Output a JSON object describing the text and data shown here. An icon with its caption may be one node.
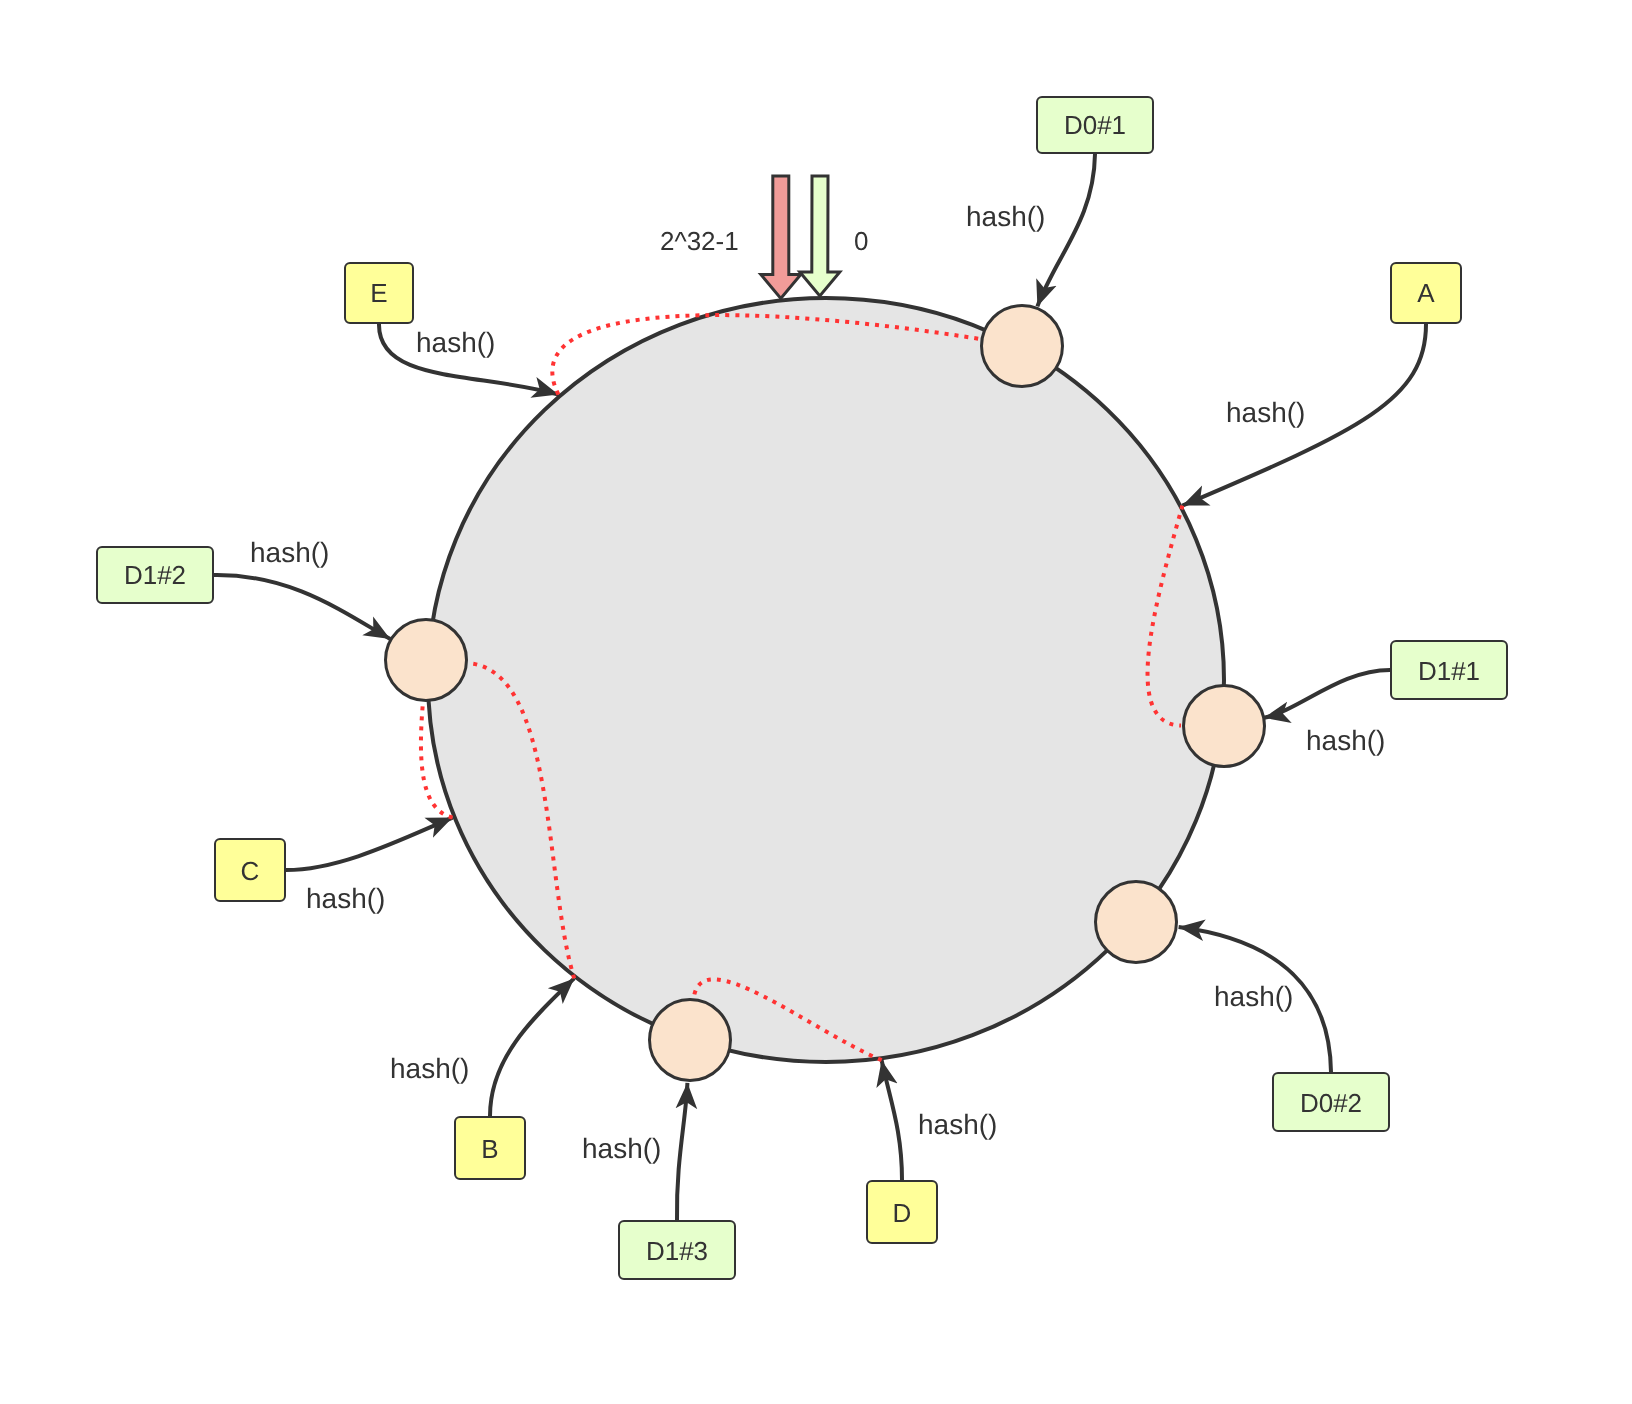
{
  "diagram": {
    "nodes": [
      {
        "text": [
          "D0#1"
        ]
      },
      {
        "text": [
          "E"
        ]
      },
      {
        "text": [
          "A"
        ]
      },
      {
        "text": [],
        "shape": "circle"
      },
      {
        "text": [],
        "shape": "circle"
      },
      {
        "text": [
          "D1#2"
        ]
      },
      {
        "text": [],
        "shape": "circle"
      },
      {
        "text": [
          "D1#1"
        ]
      },
      {
        "text": [],
        "shape": "circle"
      },
      {
        "text": [
          "C"
        ]
      },
      {
        "text": [],
        "shape": "circle"
      },
      {
        "text": [],
        "shape": "circle"
      },
      {
        "text": [
          "D0#2"
        ]
      },
      {
        "text": [
          "B"
        ]
      },
      {
        "text": [
          "D"
        ]
      },
      {
        "text": [
          "D1#3"
        ]
      }
    ],
    "edges": [
      {
        "from": 0,
        "to": 4,
        "arrow": "to",
        "label": "hash()"
      },
      {
        "from": 1,
        "to": 3,
        "arrow": "to",
        "label": "hash()"
      },
      {
        "from": 2,
        "to": 3,
        "arrow": "to",
        "label": "hash()"
      },
      {
        "from": 5,
        "to": 6,
        "arrow": "to",
        "label": "hash()"
      },
      {
        "from": 7,
        "to": 8,
        "arrow": "to",
        "label": "hash()"
      },
      {
        "from": 9,
        "to": 3,
        "arrow": "to",
        "label": "hash()"
      },
      {
        "from": 12,
        "to": 10,
        "arrow": "to",
        "label": "hash()"
      },
      {
        "from": 13,
        "to": 3,
        "arrow": "to",
        "label": "hash()"
      },
      {
        "from": 14,
        "to": 3,
        "arrow": "to",
        "label": "hash()"
      },
      {
        "from": 15,
        "to": 11,
        "arrow": "to",
        "label": "hash()"
      },
      {
        "from": 3,
        "to": 4,
        "arrow": "none",
        "style": "dashed",
        "color": "#ff3333"
      },
      {
        "from": 3,
        "to": 8,
        "arrow": "none",
        "style": "dashed",
        "color": "#ff3333"
      },
      {
        "from": 3,
        "to": 6,
        "arrow": "none",
        "style": "dashed",
        "color": "#ff3333"
      },
      {
        "from": 3,
        "to": 6,
        "arrow": "none",
        "style": "dashed",
        "color": "#ff3333"
      },
      {
        "from": 3,
        "to": 11,
        "arrow": "none",
        "style": "dashed",
        "color": "#ff3333"
      },
      {
        "from": null,
        "to": 3,
        "arrow": "to",
        "label": "2^32-1",
        "style": "thick",
        "color": "#f19c99"
      },
      {
        "from": null,
        "to": 3,
        "arrow": "to",
        "label": "0",
        "style": "thick",
        "color": "#e6ffcc"
      }
    ]
  }
}
